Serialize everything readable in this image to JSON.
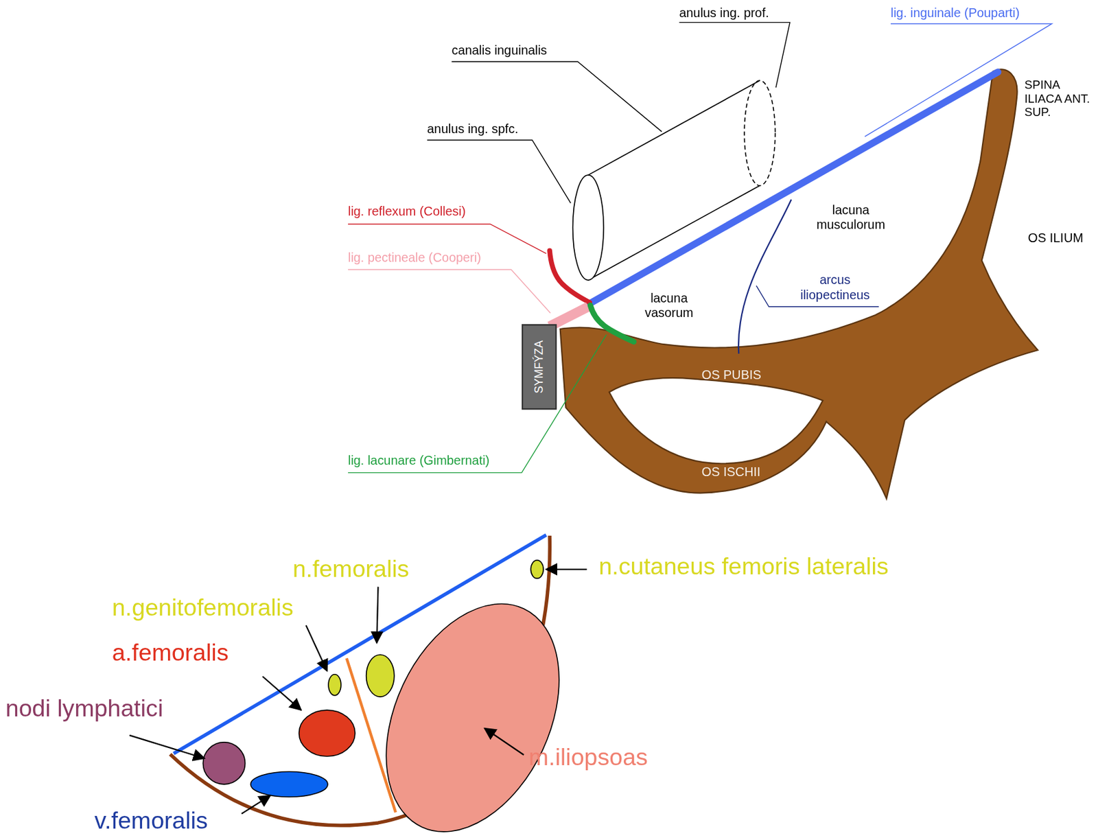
{
  "diagram": {
    "nodes": [
      {
        "text": [
          "SYMFÝZA"
        ]
      }
    ],
    "labels": [
      "anulus ing. prof.",
      "canalis inguinalis",
      "lig. inguinale (Pouparti)",
      "SPINA ILIACA ANT. SUP.",
      "anulus ing. spfc.",
      "lig. reflexum (Collesi)",
      "lig. pectineale (Cooperi)",
      "lacuna musculorum",
      "OS ILIUM",
      "arcus iliopectineus",
      "lacuna vasorum",
      "OS PUBIS",
      "OS ISCHII",
      "lig. lacunare (Gimbernati)",
      "n.femoralis",
      "n.cutaneus femoris lateralis",
      "n.genitofemoralis",
      "a.femoralis",
      "nodi lymphatici",
      "m.iliopsoas",
      "v.femoralis"
    ]
  }
}
